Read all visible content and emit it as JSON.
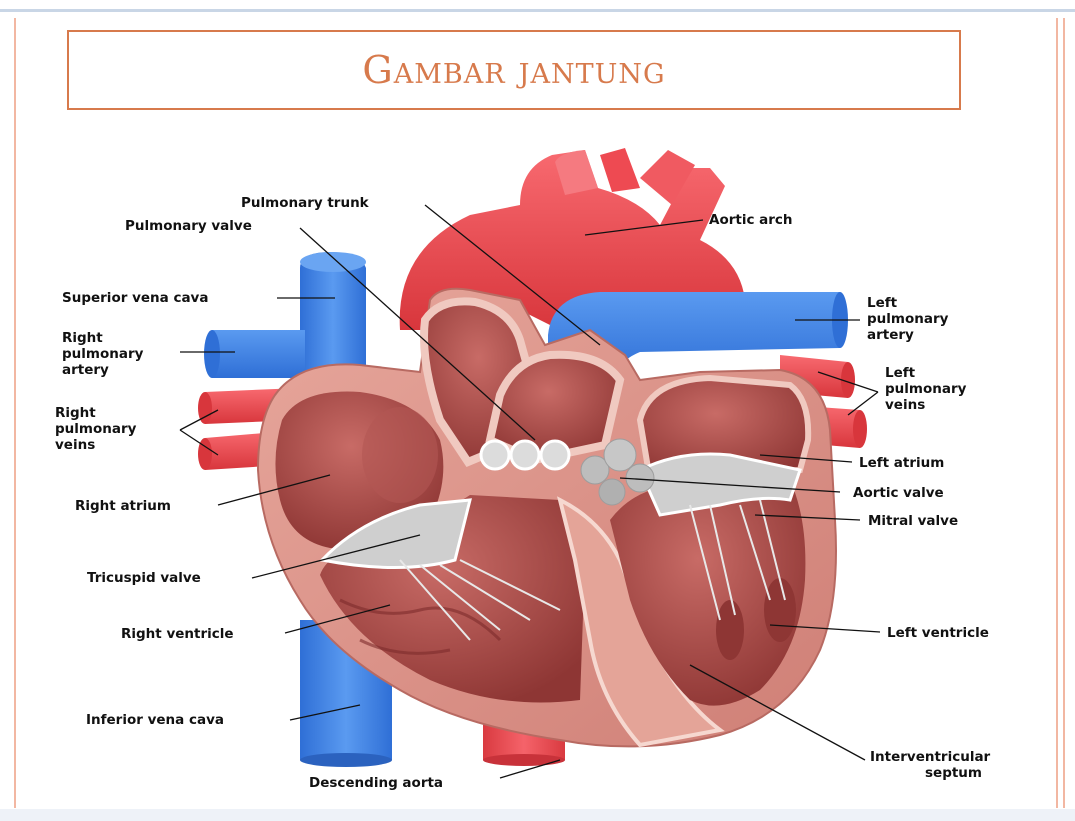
{
  "title": "Gambar jantung",
  "labels": {
    "pulmonary_trunk": "Pulmonary trunk",
    "pulmonary_valve": "Pulmonary valve",
    "aortic_arch": "Aortic arch",
    "superior_vena_cava": "Superior vena cava",
    "right_pulmonary_artery": "Right pulmonary artery",
    "right_pulmonary_veins": "Right pulmonary veins",
    "left_pulmonary_artery": "Left pulmonary artery",
    "left_pulmonary_veins": "Left pulmonary veins",
    "left_atrium": "Left atrium",
    "aortic_valve": "Aortic valve",
    "mitral_valve": "Mitral valve",
    "right_atrium": "Right atrium",
    "tricuspid_valve": "Tricuspid valve",
    "right_ventricle": "Right ventricle",
    "left_ventricle": "Left ventricle",
    "inferior_vena_cava": "Inferior vena cava",
    "interventricular_septum": "Interventricular septum",
    "descending_aorta": "Descending aorta"
  },
  "colors": {
    "title": "#d77a4c",
    "artery_red": "#ee4a4f",
    "vein_blue": "#3d7fe0",
    "muscle": "#d98f85",
    "chamber": "#a84a48",
    "valve": "#c9c9c9"
  }
}
